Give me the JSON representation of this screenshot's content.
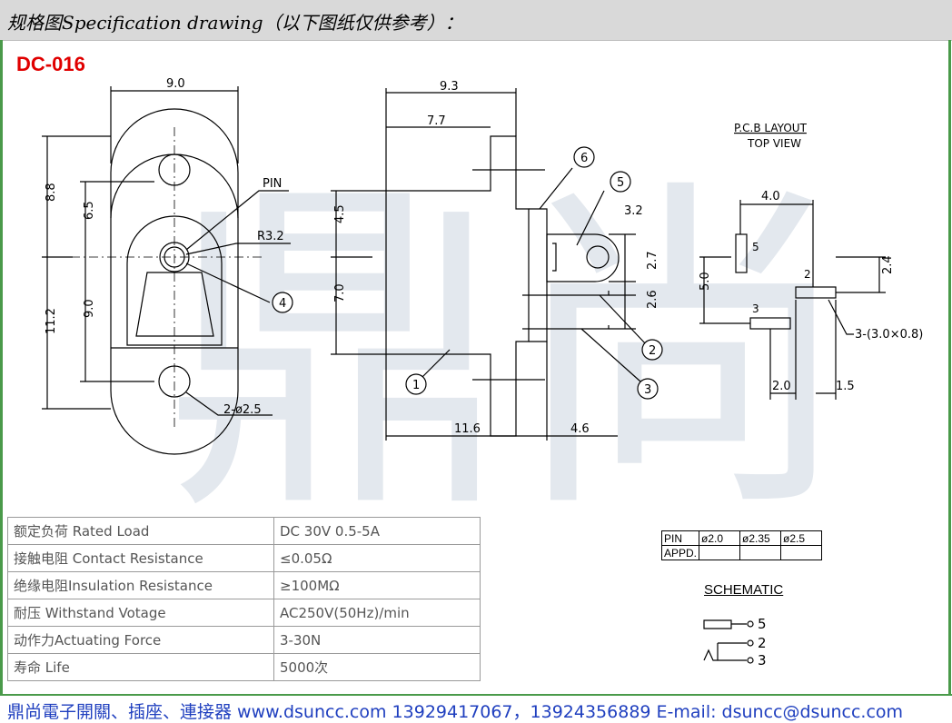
{
  "header": {
    "title": "规格图Specification drawing（以下图纸仅供参考）："
  },
  "model": "DC-016",
  "watermark": "鼎尚",
  "dims": {
    "front_width": "9.0",
    "height_88": "8.8",
    "height_65": "6.5",
    "height_112": "11.2",
    "height_90": "9.0",
    "pin_label": "PIN",
    "radius": "R3.2",
    "hole": "2-ø2.5",
    "side_93": "9.3",
    "side_77": "7.7",
    "side_45": "4.5",
    "side_70": "7.0",
    "side_32": "3.2",
    "side_27": "2.7",
    "side_26": "2.6",
    "side_116": "11.6",
    "side_46": "4.6",
    "callout_1": "1",
    "callout_2": "2",
    "callout_3": "3",
    "callout_4": "4",
    "callout_5": "5",
    "callout_6": "6",
    "pcb_title": "P.C.B LAYOUT",
    "pcb_sub": "TOP VIEW",
    "pcb_40": "4.0",
    "pcb_50": "5.0",
    "pcb_24": "2.4",
    "pcb_20": "2.0",
    "pcb_15": "1.5",
    "pcb_slot": "3-(3.0×0.8)",
    "pcb_pin5": "5",
    "pcb_pin2": "2",
    "pcb_pin3": "3"
  },
  "specs": [
    {
      "key": "额定负荷 Rated Load",
      "value": "DC 30V 0.5-5A"
    },
    {
      "key": "接触电阻 Contact Resistance",
      "value": "≤0.05Ω"
    },
    {
      "key": "绝缘电阻Insulation Resistance",
      "value": "≥100MΩ"
    },
    {
      "key": "耐压  Withstand Votage",
      "value": "AC250V(50Hz)/min"
    },
    {
      "key": "动作力Actuating  Force",
      "value": "3-30N"
    },
    {
      "key": "寿命   Life",
      "value": "5000次"
    }
  ],
  "pin_table": {
    "header": [
      "PIN",
      "ø2.0",
      "ø2.35",
      "ø2.5"
    ],
    "row": [
      "APPD.",
      "",
      "",
      ""
    ]
  },
  "schematic": {
    "title": "SCHEMATIC",
    "p5": "5",
    "p2": "2",
    "p3": "3"
  },
  "footer": "鼎尚電子開關、插座、連接器   www.dsuncc.com   13929417067，13924356889  E-mail: dsuncc@dsuncc.com"
}
